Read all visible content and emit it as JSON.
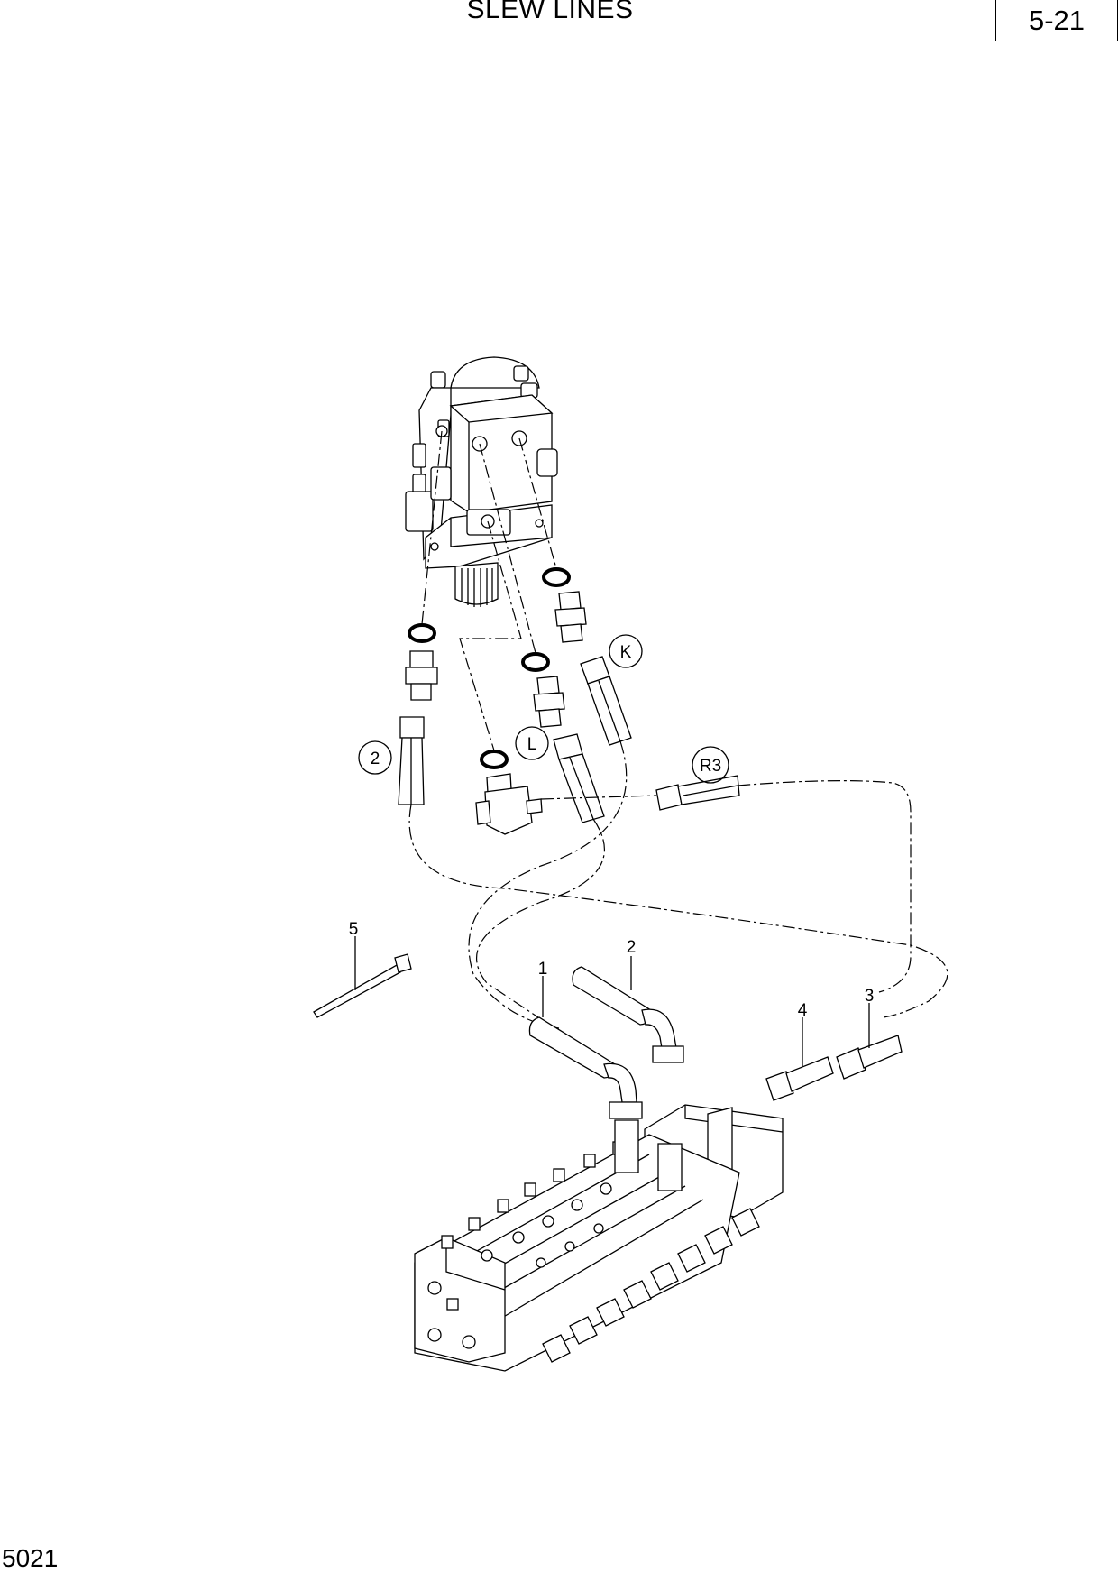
{
  "header": {
    "title": "SLEW LINES",
    "page_ref": "5-21"
  },
  "footer": {
    "code": "5021"
  },
  "callouts": {
    "k": "K",
    "l": "L",
    "r3": "R3",
    "circle_2": "2",
    "part_1": "1",
    "part_2": "2",
    "part_3": "3",
    "part_4": "4",
    "part_5": "5"
  }
}
